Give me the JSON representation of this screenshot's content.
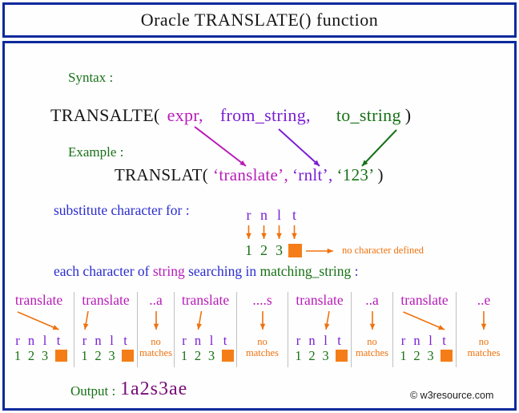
{
  "palette": {
    "border": "#0b2a9c",
    "green": "#177117",
    "blue": "#2a2ccf",
    "magenta": "#b81cb8",
    "purple": "#7a1fd4",
    "orange": "#ef720e",
    "orange_square": "#f57d17",
    "output_purple": "#760b76",
    "separator": "#c0c0c0"
  },
  "title": "Oracle TRANSLATE() function",
  "syntax": {
    "label": "Syntax :",
    "func_open": "TRANSALTE(",
    "arg1": "expr,",
    "arg2": "from_string,",
    "arg3": "to_string",
    "close": ")"
  },
  "example": {
    "label": "Example :",
    "func_open": "TRANSLAT(",
    "arg1": "‘translate’,",
    "arg2": "‘rnlt’,",
    "arg3": "‘123’",
    "close": ")"
  },
  "substitute": {
    "label": "substitute character for :",
    "from_chars": [
      "r",
      "n",
      "l",
      "t"
    ],
    "to_chars": [
      "1",
      "2",
      "3"
    ],
    "note": "no character defined"
  },
  "searching_line": {
    "part1": "each character of ",
    "part2": "string",
    "part3": " searching in ",
    "part4": "matching_string",
    "part5": " :"
  },
  "matching": {
    "from_chars": [
      "r",
      "n",
      "l",
      "t"
    ],
    "to_chars": [
      "1",
      "2",
      "3"
    ],
    "no_match_line1": "no",
    "no_match_line2": "matches",
    "groups": [
      {
        "kind": "match",
        "word": "translate",
        "target": "t"
      },
      {
        "kind": "match",
        "word": "translate",
        "target": "r"
      },
      {
        "kind": "nomatch",
        "word": "..a"
      },
      {
        "kind": "match",
        "word": "translate",
        "target": "n"
      },
      {
        "kind": "nomatch",
        "word": "....s"
      },
      {
        "kind": "match",
        "word": "translate",
        "target": "l"
      },
      {
        "kind": "nomatch",
        "word": "..a"
      },
      {
        "kind": "match",
        "word": "translate",
        "target": "t"
      },
      {
        "kind": "nomatch",
        "word": "..e"
      }
    ]
  },
  "output": {
    "label": "Output :",
    "value": "1a2s3ae"
  },
  "watermark": "© w3resource.com"
}
